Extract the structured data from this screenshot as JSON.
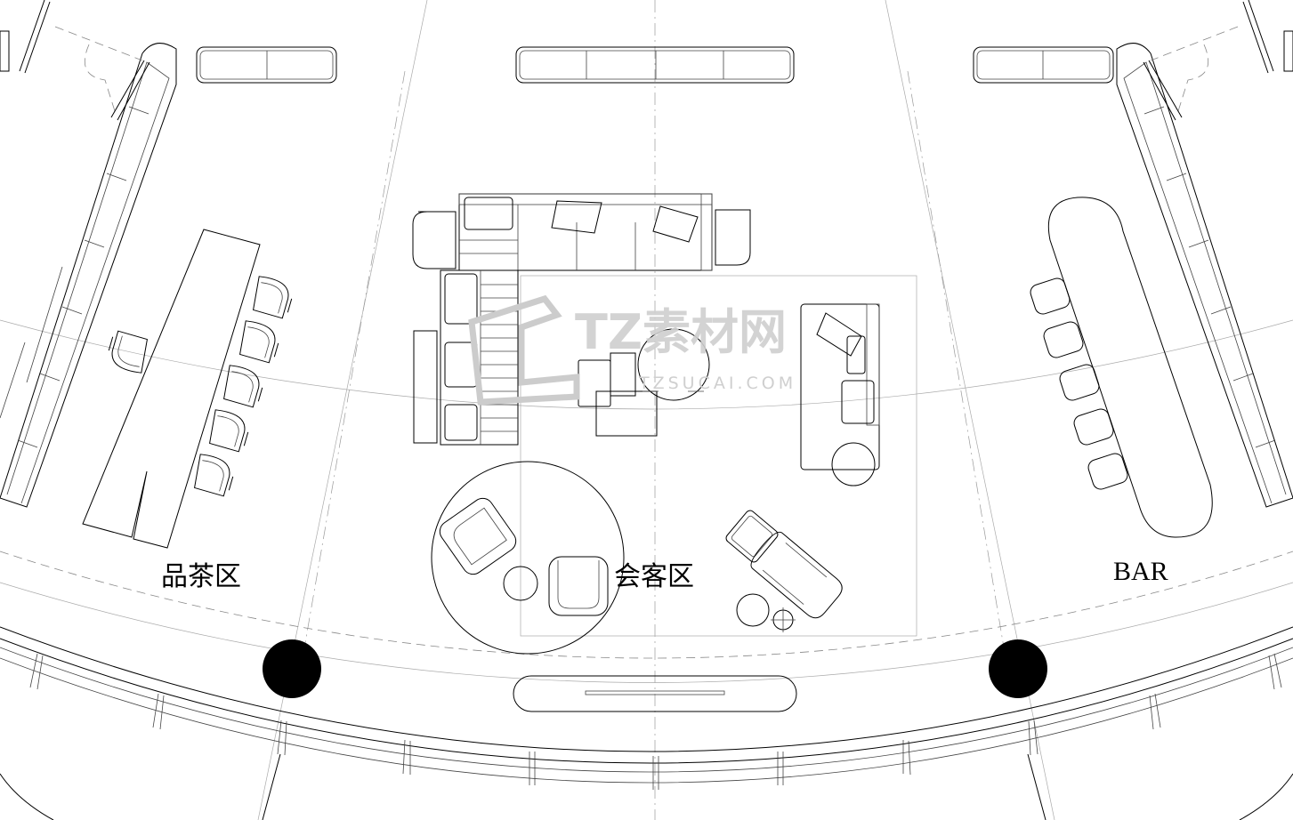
{
  "plan": {
    "zones": {
      "tea": "品茶区",
      "reception": "会客区",
      "bar": "BAR"
    },
    "watermark": {
      "brand": "TZ素材网",
      "site": "TZSUCAI.COM"
    }
  }
}
